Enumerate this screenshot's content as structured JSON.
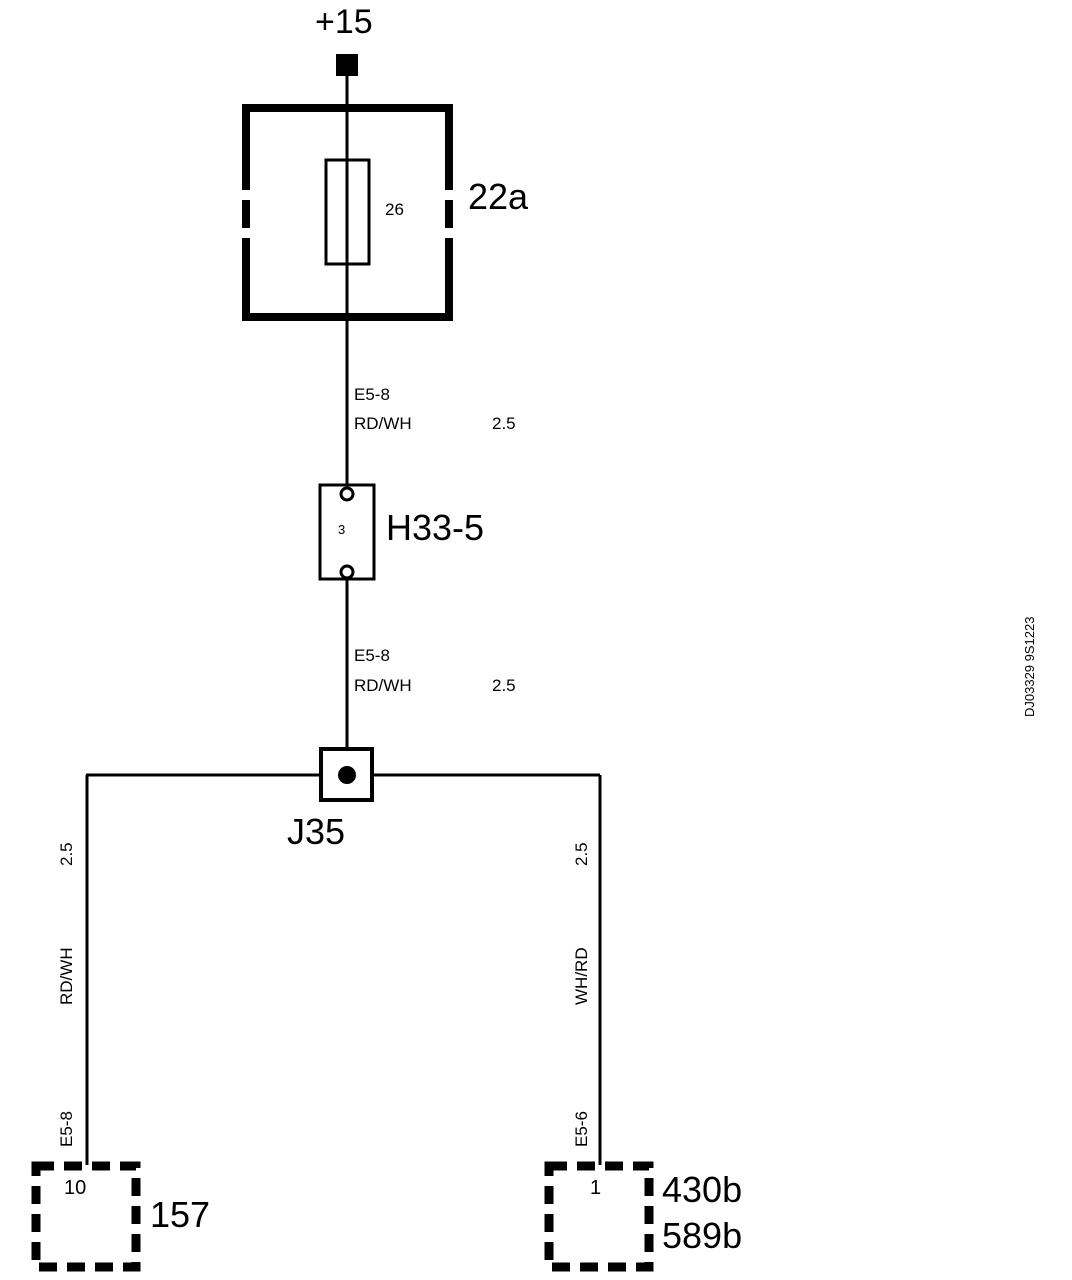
{
  "supply": {
    "label": "+15"
  },
  "fuse_box": {
    "id": "22a",
    "fuse_number": "26"
  },
  "wire_fuse_to_connector": {
    "code": "E5-8",
    "color": "RD/WH",
    "size": "2.5"
  },
  "connector": {
    "id": "H33-5",
    "pin": "3"
  },
  "wire_connector_to_junction": {
    "code": "E5-8",
    "color": "RD/WH",
    "size": "2.5"
  },
  "junction": {
    "id": "J35"
  },
  "branch_left": {
    "size": "2.5",
    "color": "RD/WH",
    "code": "E5-8"
  },
  "branch_right": {
    "size": "2.5",
    "color": "WH/RD",
    "code": "E5-6"
  },
  "component_left": {
    "pin": "10",
    "id": "157"
  },
  "component_right": {
    "pin": "1",
    "id_1": "430b",
    "id_2": "589b"
  },
  "document_code": "DJ03329 9S1223"
}
